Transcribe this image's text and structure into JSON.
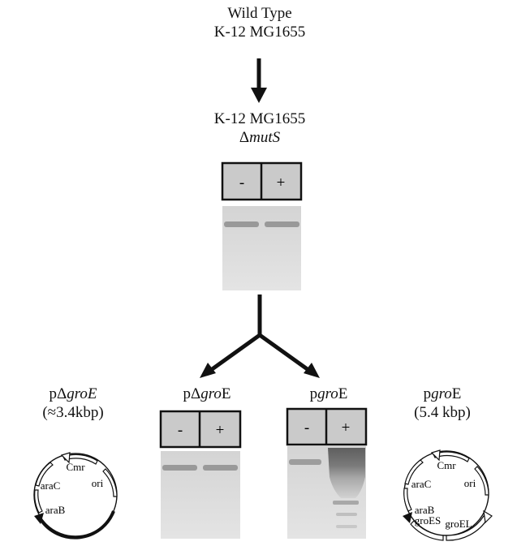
{
  "strains": {
    "wild_type_line1": "Wild Type",
    "wild_type_line2": "K-12 MG1655",
    "mutant_line1": "K-12 MG1655",
    "mutant_delta": "Δ",
    "mutant_gene": "mutS"
  },
  "gel_lanes": {
    "minus": "-",
    "plus": "+"
  },
  "constructs": {
    "del_groE": {
      "prefix": "pΔ",
      "gene": "groE",
      "suffix": "",
      "size": "(≈3.4kbp)"
    },
    "del_groE_gel": {
      "prefix": "pΔ",
      "gene": "gro",
      "suffix": "E"
    },
    "groE_gel": {
      "prefix": "p",
      "gene": "gro",
      "suffix": "E"
    },
    "groE": {
      "prefix": "p",
      "gene": "gro",
      "suffix": "E",
      "size": "(5.4 kbp)"
    }
  },
  "plasmid_left": {
    "labels": {
      "cmr": "Cmr",
      "ori": "ori",
      "araC": "araC",
      "araB": "araB"
    }
  },
  "plasmid_right": {
    "labels": {
      "cmr": "Cmr",
      "ori": "ori",
      "araC": "araC",
      "araB": "araB",
      "groES": "groES",
      "groEL": "groEL"
    }
  },
  "colors": {
    "gel_bg": "#d9d9d9",
    "lane_header": "#c8c8c8",
    "band": "#8c8c8c",
    "smear": "#6e6e6e",
    "ink": "#111111"
  }
}
